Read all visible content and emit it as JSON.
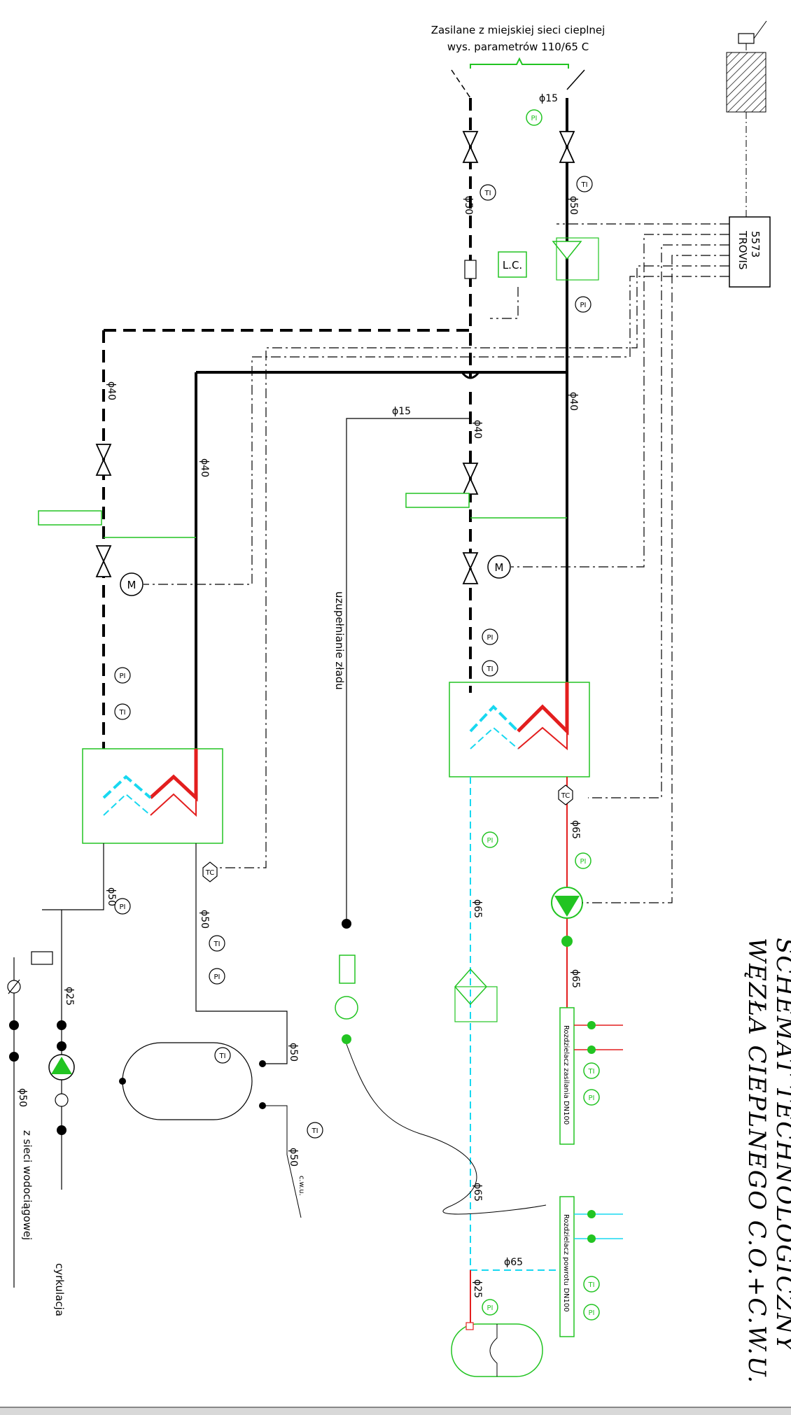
{
  "title_line1": "SCHEMAT TECHNOLOGICZNY",
  "title_line2": "WĘZŁA CIEPLNEGO C.O.+C.W.U.",
  "supply_note_line1": "Zasilane z miejskiej sieci cieplnej",
  "supply_note_line2": "wys. parametrów 110/65 C",
  "controller_line1": "TROVIS",
  "controller_line2": "5573",
  "level_controller": "L.C.",
  "refill_label": "uzupełnianie zładu",
  "supply_manifold": "Rozdzielacz zasilania DN100",
  "return_manifold": "Rozdzielacz powrotu DN100",
  "water_supply": "z sieci wodociągowej",
  "circulation": "cyrkulacja",
  "cwu": "c.w.u.",
  "instruments": {
    "pi": "PI",
    "ti": "TI",
    "tc": "TC",
    "motor": "M"
  },
  "diameters": {
    "d15": "ϕ15",
    "d25": "ϕ25",
    "d40": "ϕ40",
    "d50": "ϕ50",
    "d65": "ϕ65"
  },
  "colors": {
    "supply": "#e31e1e",
    "return": "#18d8f0",
    "equipment": "#22c422",
    "line": "#000000"
  }
}
